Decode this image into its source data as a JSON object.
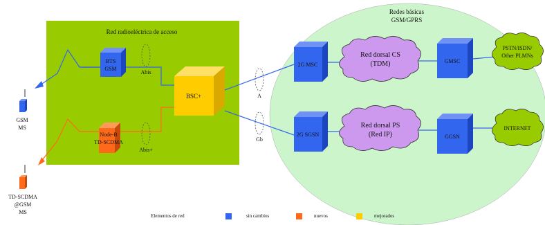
{
  "colors": {
    "unchanged": "#3366ee",
    "new": "#ff6a1a",
    "enhanced": "#ffcc00",
    "access_area": "#99cc00",
    "core_area": "#ccf5cc",
    "cloud": "#cc99ee",
    "green_cloud": "#99cc00"
  },
  "access_network": {
    "title": "Red radioeléctrica de acceso"
  },
  "core_network": {
    "title_line1": "Redes básicas",
    "title_line2": "GSM/GPRS"
  },
  "nodes": {
    "bts": {
      "line1": "BTS",
      "line2": "GSM"
    },
    "nodeb": {
      "line1": "Node-B",
      "line2": "TD-SCDMA"
    },
    "bsc": {
      "label": "BSC+"
    },
    "msc": {
      "label": "2G MSC"
    },
    "sgsn": {
      "label": "2G SGSN"
    },
    "gmsc": {
      "label": "GMSC"
    },
    "ggsn": {
      "label": "GGSN"
    },
    "cs_core": {
      "line1": "Red dorsal CS",
      "line2": "(TDM)"
    },
    "ps_core": {
      "line1": "Red dorsal PS",
      "line2": "(Red IP)"
    },
    "pstn": {
      "line1": "PSTN/ISDN/",
      "line2": "Other PLMNs"
    },
    "internet": {
      "label": "INTERNET"
    }
  },
  "terminals": {
    "gsm_ms": {
      "line1": "GSM",
      "line2": "MS"
    },
    "td_ms": {
      "line1": "TD-SCDMA",
      "line2": "@GSM",
      "line3": "MS"
    }
  },
  "interfaces": {
    "abis": "Abis",
    "abis_plus": "Abis+",
    "a": "A",
    "gb": "Gb"
  },
  "legend": {
    "title": "Elementos de red",
    "unchanged": "sin cambios",
    "new": "nuevos",
    "enhanced": "mejorados"
  }
}
